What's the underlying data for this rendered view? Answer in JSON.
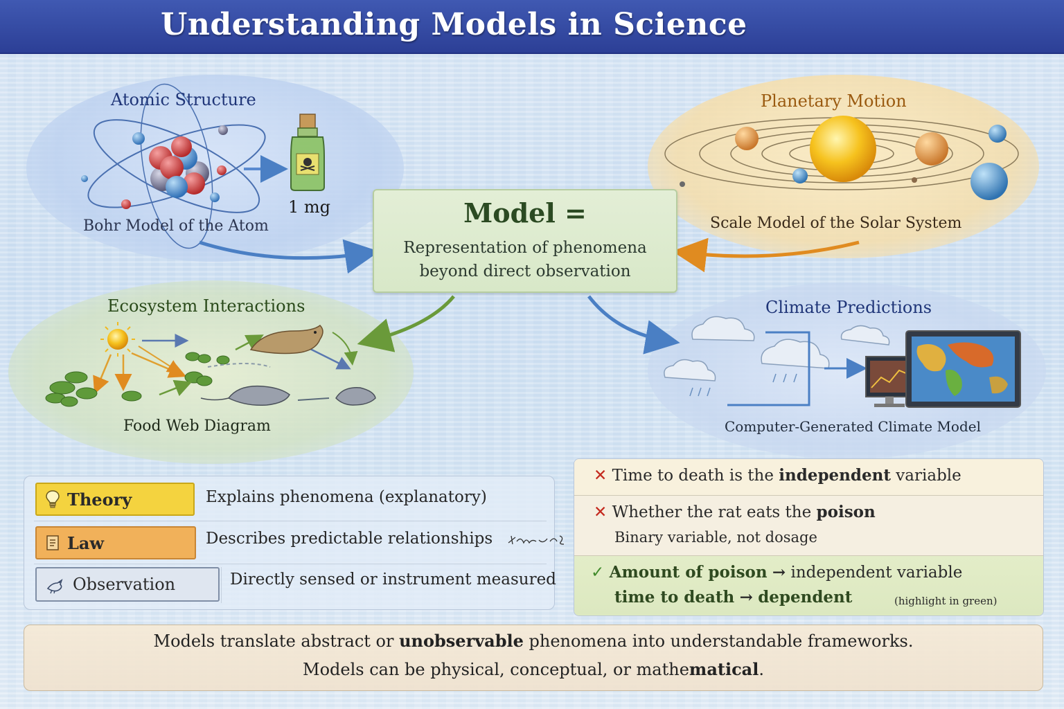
{
  "title": "Understanding Models in Science",
  "colors": {
    "title_bar": "#2c3f96",
    "model_box": "#dce8c8",
    "theory_tag": "#f4d33f",
    "law_tag": "#f1b15a",
    "cross": "#c42a1f",
    "check": "#3f8a2a"
  },
  "atomic": {
    "heading": "Atomic Structure",
    "caption": "Bohr Model of the Atom",
    "dose": "1 mg"
  },
  "planetary": {
    "heading": "Planetary Motion",
    "caption": "Scale Model of the Solar System"
  },
  "ecosystem": {
    "heading": "Ecosystem Interactions",
    "caption": "Food Web Diagram"
  },
  "climate": {
    "heading": "Climate Predictions",
    "caption": "Computer-Generated Climate Model"
  },
  "model": {
    "title": "Model =",
    "line1": "Representation of phenomena",
    "line2": "beyond direct observation"
  },
  "definitions": [
    {
      "term": "Theory",
      "text": "Explains phenomena (explanatory)",
      "icon": "lightbulb-icon"
    },
    {
      "term": "Law",
      "text": "Describes predictable relationships",
      "icon": "scroll-icon"
    },
    {
      "term": "Observation",
      "text": "Directly sensed or instrument measured",
      "icon": "bird-icon"
    }
  ],
  "checks": {
    "item1": {
      "mark": "✕",
      "pre": "Time to death is the ",
      "bold": "independent",
      "post": " variable"
    },
    "item2": {
      "mark": "✕",
      "pre": "Whether the rat eats the ",
      "bold": "poison",
      "sub": "Binary variable, not dosage"
    },
    "item3": {
      "mark": "✓",
      "bold1": "Amount of poison",
      "arrow1": "→",
      "mid": " independent variable",
      "bold2": "time to death",
      "arrow2": "→",
      "bold3": "dependent",
      "note": "(highlight in green)"
    }
  },
  "summary": {
    "line1_pre": "Models translate abstract or ",
    "line1_bold": "unobservable",
    "line1_post": " phenomena into understandable frameworks.",
    "line2_pre": "Models can be physical, conceptual, or mathe",
    "line2_bold": "matical",
    "line2_post": "."
  }
}
